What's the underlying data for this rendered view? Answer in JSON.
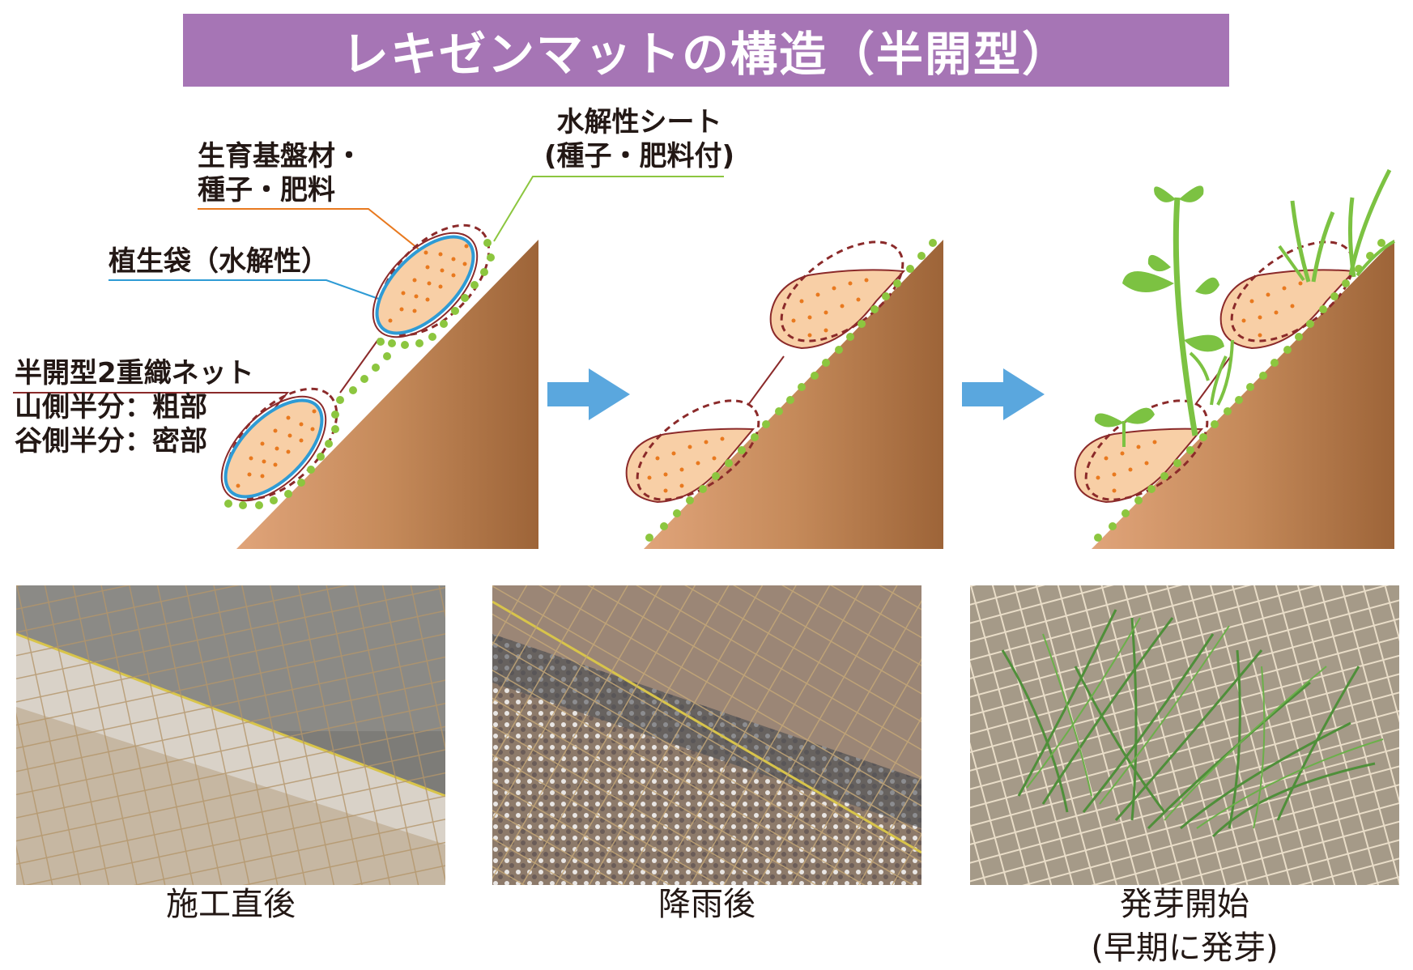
{
  "title": "レキゼンマットの構造（半開型）",
  "labels": {
    "sheet_line1": "水解性シート",
    "sheet_line2": "(種子・肥料付)",
    "base_line1": "生育基盤材・",
    "base_line2": "種子・肥料",
    "bag": "植生袋（水解性）",
    "net_line1": "半開型2重織ネット",
    "net_line2": "山側半分：粗部",
    "net_line3": "谷側半分：密部"
  },
  "photos": [
    {
      "caption": "施工直後",
      "subcaption": ""
    },
    {
      "caption": "降雨後",
      "subcaption": ""
    },
    {
      "caption": "発芽開始",
      "subcaption": "(早期に発芽)"
    }
  ],
  "colors": {
    "title_bg": "#a675b5",
    "slope": "#c58a5a",
    "soil_fill": "#f8cfa6",
    "seed_dot": "#e8791f",
    "bag_outline": "#8b2a2a",
    "sheet_line": "#2e9bd5",
    "net_dot": "#8cc63f",
    "arrow": "#5aa7de",
    "plant": "#7cc242"
  }
}
